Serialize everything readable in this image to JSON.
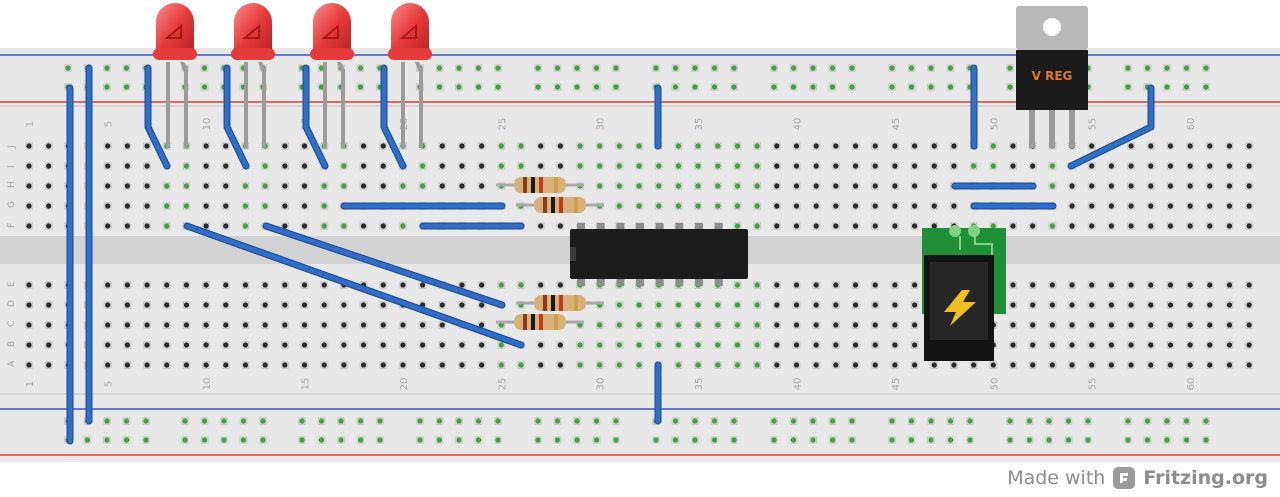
{
  "board": {
    "row_letters_top": [
      "J",
      "I",
      "H",
      "G",
      "F"
    ],
    "row_letters_bottom": [
      "E",
      "D",
      "C",
      "B",
      "A"
    ],
    "column_numbers": [
      "1",
      "5",
      "10",
      "15",
      "20",
      "25",
      "30",
      "35",
      "40",
      "45",
      "50",
      "55",
      "60"
    ]
  },
  "components": {
    "leds": {
      "count": 4,
      "color": "#e53b3b"
    },
    "resistors": {
      "count": 4
    },
    "chip": {
      "label": ""
    },
    "regulator": {
      "label": "V REG"
    },
    "power_jack": {
      "icon": "lightning-bolt-icon"
    }
  },
  "colors": {
    "wire": "#2f6fc9",
    "board": "#e8e8e8",
    "led": "#e53b3b",
    "rail_red": "#d83a3a",
    "rail_blue": "#3a56c8",
    "hole_green": "#3fa33f",
    "jack_pcb": "#1f8f3a"
  },
  "credit": {
    "made_with": "Made with",
    "brand": "Fritzing.org"
  }
}
